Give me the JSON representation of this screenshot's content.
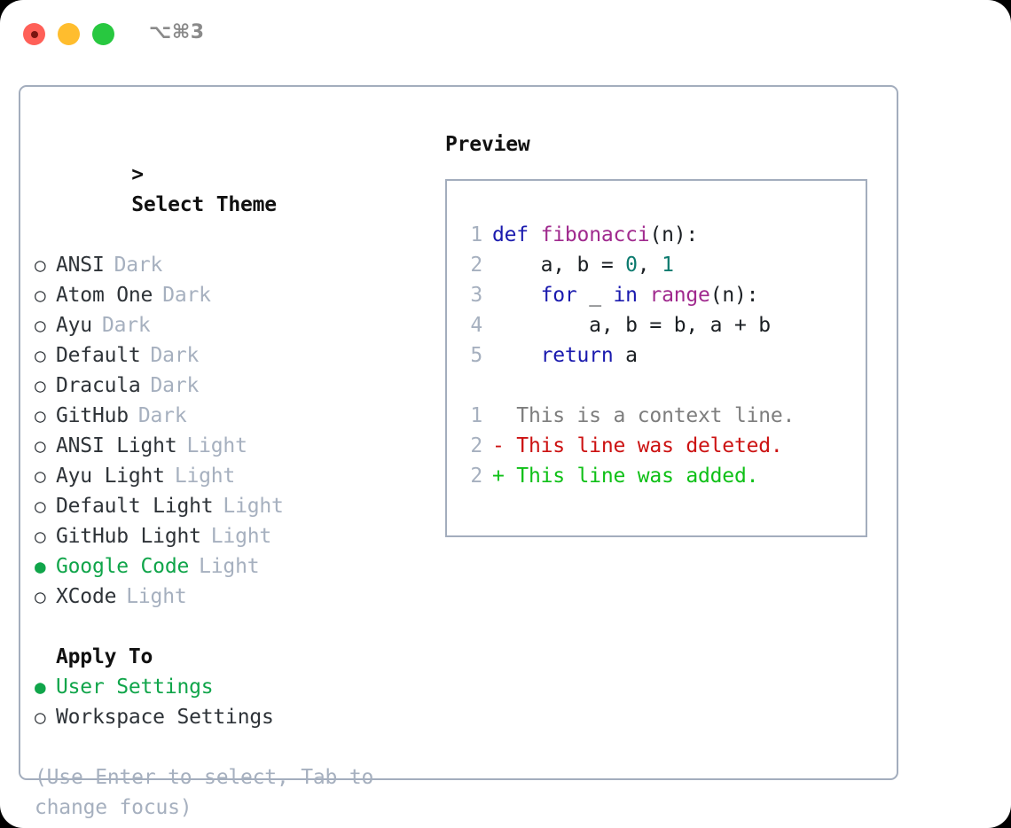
{
  "window": {
    "title": "⌥⌘3",
    "traffic_lights": [
      {
        "name": "close",
        "color": "#ff6058"
      },
      {
        "name": "minimize",
        "color": "#ffbd2e"
      },
      {
        "name": "maximize",
        "color": "#28c840"
      }
    ]
  },
  "theme_picker": {
    "header_caret": ">",
    "header": "Select Theme",
    "bullet_selected": "●",
    "bullet_unselected": "○",
    "options": [
      {
        "label": "ANSI",
        "tag": "Dark",
        "selected": false
      },
      {
        "label": "Atom One",
        "tag": "Dark",
        "selected": false
      },
      {
        "label": "Ayu",
        "tag": "Dark",
        "selected": false
      },
      {
        "label": "Default",
        "tag": "Dark",
        "selected": false
      },
      {
        "label": "Dracula",
        "tag": "Dark",
        "selected": false
      },
      {
        "label": "GitHub",
        "tag": "Dark",
        "selected": false
      },
      {
        "label": "ANSI Light",
        "tag": "Light",
        "selected": false
      },
      {
        "label": "Ayu Light",
        "tag": "Light",
        "selected": false
      },
      {
        "label": "Default Light",
        "tag": "Light",
        "selected": false
      },
      {
        "label": "GitHub Light",
        "tag": "Light",
        "selected": false
      },
      {
        "label": "Google Code",
        "tag": "Light",
        "selected": true
      },
      {
        "label": "XCode",
        "tag": "Light",
        "selected": false
      }
    ]
  },
  "apply_to": {
    "title": "Apply To",
    "options": [
      {
        "label": "User Settings",
        "selected": true
      },
      {
        "label": "Workspace Settings",
        "selected": false
      }
    ]
  },
  "hint": "(Use Enter to select, Tab to change focus)",
  "preview": {
    "title": "Preview",
    "code_lines": [
      {
        "no": "1",
        "tokens": [
          {
            "t": "def",
            "c": "kw"
          },
          {
            "t": " ",
            "c": "pn"
          },
          {
            "t": "fibonacci",
            "c": "fn"
          },
          {
            "t": "(n):",
            "c": "pn"
          }
        ]
      },
      {
        "no": "2",
        "tokens": [
          {
            "t": "    a, b = ",
            "c": "pn"
          },
          {
            "t": "0",
            "c": "num"
          },
          {
            "t": ", ",
            "c": "pn"
          },
          {
            "t": "1",
            "c": "num"
          }
        ]
      },
      {
        "no": "3",
        "tokens": [
          {
            "t": "    ",
            "c": "pn"
          },
          {
            "t": "for",
            "c": "kw"
          },
          {
            "t": " _ ",
            "c": "pn"
          },
          {
            "t": "in",
            "c": "kw"
          },
          {
            "t": " ",
            "c": "pn"
          },
          {
            "t": "range",
            "c": "fn"
          },
          {
            "t": "(n):",
            "c": "pn"
          }
        ]
      },
      {
        "no": "4",
        "tokens": [
          {
            "t": "        a, b = b, a + b",
            "c": "pn"
          }
        ]
      },
      {
        "no": "5",
        "tokens": [
          {
            "t": "    ",
            "c": "pn"
          },
          {
            "t": "return",
            "c": "kw"
          },
          {
            "t": " a",
            "c": "pn"
          }
        ]
      }
    ],
    "diff_lines": [
      {
        "no": "1",
        "marker": " ",
        "text": " This is a context line.",
        "kind": "ctx"
      },
      {
        "no": "2",
        "marker": "-",
        "text": " This line was deleted.",
        "kind": "del"
      },
      {
        "no": "2",
        "marker": "+",
        "text": " This line was added.",
        "kind": "add"
      }
    ]
  },
  "colors": {
    "accent_green": "#10a54a",
    "muted": "#a6b0bf",
    "border": "#a3adbd",
    "keyword": "#1a1aae",
    "function": "#a02a8e",
    "number": "#0b7a6e",
    "diff_context": "#7d7d7d",
    "diff_deleted": "#cc1212",
    "diff_added": "#0fc017"
  }
}
